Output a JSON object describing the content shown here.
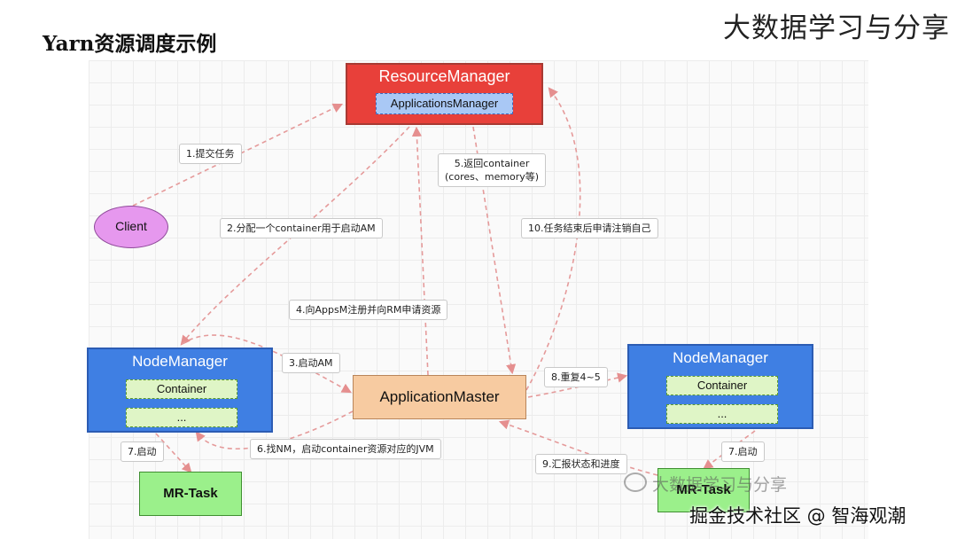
{
  "title": "Yarn资源调度示例",
  "brand": "大数据学习与分享",
  "nodes": {
    "resource_manager": {
      "label": "ResourceManager",
      "inner": "ApplicationsManager"
    },
    "client": {
      "label": "Client"
    },
    "node_manager_left": {
      "label": "NodeManager",
      "slots": [
        "Container",
        "..."
      ]
    },
    "node_manager_right": {
      "label": "NodeManager",
      "slots": [
        "Container",
        "..."
      ]
    },
    "application_master": {
      "label": "ApplicationMaster"
    },
    "mr_task_left": {
      "label": "MR-Task"
    },
    "mr_task_right": {
      "label": "MR-Task"
    }
  },
  "steps": {
    "s1": "1.提交任务",
    "s2": "2.分配一个container用于启动AM",
    "s3": "3.启动AM",
    "s4": "4.向AppsM注册并向RM申请资源",
    "s5_line1": "5.返回container",
    "s5_line2": "(cores、memory等)",
    "s6": "6.找NM，启动container资源对应的JVM",
    "s7a": "7.启动",
    "s7b": "7.启动",
    "s8": "8.重复4~5",
    "s9": "9.汇报状态和进度",
    "s10": "10.任务结束后申请注销自己"
  },
  "watermark": "大数据学习与分享",
  "footer": "掘金技术社区 @ 智海观潮",
  "colors": {
    "resource_manager": "#e8403a",
    "node_manager": "#3f7fe3",
    "application_master": "#f7cba1",
    "client": "#e698ee",
    "mr_task": "#9bf08b",
    "arrow": "#e59a9a"
  }
}
